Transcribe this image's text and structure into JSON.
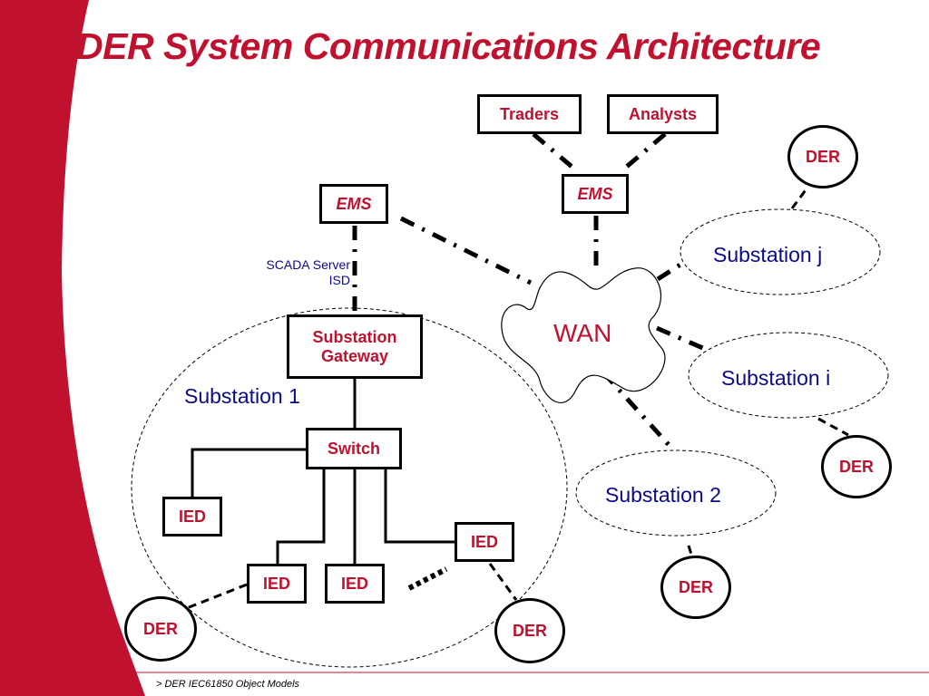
{
  "slide": {
    "title": "DER System Communications Architecture",
    "footer": "> DER IEC61850 Object Models",
    "accent_color": "#c0112f",
    "label_color": "#0a0a8c"
  },
  "nodes": {
    "traders": "Traders",
    "analysts": "Analysts",
    "ems_top": "EMS",
    "ems_left": "EMS",
    "wan": "WAN",
    "scada_line1": "SCADA Server",
    "scada_line2": "ISD",
    "gateway_line1": "Substation",
    "gateway_line2": "Gateway",
    "switch": "Switch",
    "ied_left": "IED",
    "ied_bottom_1": "IED",
    "ied_bottom_2": "IED",
    "ied_right": "IED",
    "substation_1": "Substation 1",
    "substation_j": "Substation j",
    "substation_i": "Substation i",
    "substation_2": "Substation 2",
    "der_top_right": "DER",
    "der_right": "DER",
    "der_sub2": "DER",
    "der_bottom_left": "DER",
    "der_bottom_mid": "DER"
  },
  "connections": [
    {
      "from": "Traders",
      "to": "EMS (top)",
      "style": "dash-dot"
    },
    {
      "from": "Analysts",
      "to": "EMS (top)",
      "style": "dash-dot"
    },
    {
      "from": "EMS (top)",
      "to": "WAN",
      "style": "dash-dot"
    },
    {
      "from": "EMS (left)",
      "to": "WAN",
      "style": "dash-dot"
    },
    {
      "from": "EMS (left)",
      "to": "Substation Gateway",
      "style": "dash-dot"
    },
    {
      "from": "WAN",
      "to": "Substation j",
      "style": "dash-dot"
    },
    {
      "from": "WAN",
      "to": "Substation i",
      "style": "dash-dot"
    },
    {
      "from": "WAN",
      "to": "Substation 2",
      "style": "dash-dot"
    },
    {
      "from": "Substation Gateway",
      "to": "Switch",
      "style": "solid"
    },
    {
      "from": "Switch",
      "to": "IED (left)",
      "style": "solid"
    },
    {
      "from": "Switch",
      "to": "IED (bottom 1)",
      "style": "solid"
    },
    {
      "from": "Switch",
      "to": "IED (bottom 2)",
      "style": "solid"
    },
    {
      "from": "Switch",
      "to": "IED (right)",
      "style": "solid"
    },
    {
      "from": "IED (bottom 1)",
      "to": "DER (bottom left)",
      "style": "dashed"
    },
    {
      "from": "IED (right)",
      "to": "DER (bottom mid)",
      "style": "dashed"
    },
    {
      "from": "Substation j",
      "to": "DER (top right)",
      "style": "dashed"
    },
    {
      "from": "Substation i",
      "to": "DER (right)",
      "style": "dashed"
    },
    {
      "from": "Substation 2",
      "to": "DER (sub 2)",
      "style": "dashed"
    }
  ]
}
